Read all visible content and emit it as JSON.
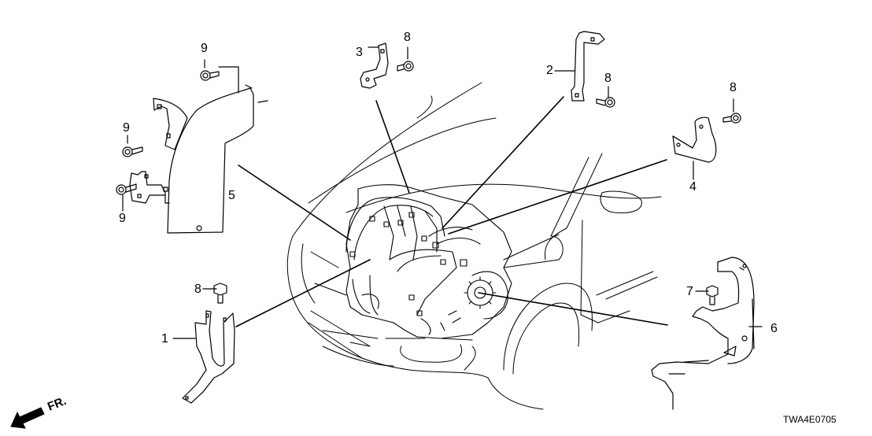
{
  "diagram": {
    "title": "Engine wire harness stays / brackets",
    "drawing_code": "TWA4E0705",
    "direction_indicator": {
      "icon": "front-arrow-icon",
      "label": "FR."
    },
    "callouts": [
      {
        "id": "c1",
        "label": "1",
        "part": "bracket-1"
      },
      {
        "id": "c2",
        "label": "2",
        "part": "stay-2"
      },
      {
        "id": "c3",
        "label": "3",
        "part": "stay-3"
      },
      {
        "id": "c4",
        "label": "4",
        "part": "bracket-4"
      },
      {
        "id": "c5",
        "label": "5",
        "part": "cover-5"
      },
      {
        "id": "c6",
        "label": "6",
        "part": "bracket-6"
      },
      {
        "id": "c7",
        "label": "7",
        "part": "bolt-7"
      },
      {
        "id": "c8a",
        "label": "8",
        "part": "bolt-8"
      },
      {
        "id": "c8b",
        "label": "8",
        "part": "bolt-8"
      },
      {
        "id": "c8c",
        "label": "8",
        "part": "bolt-8"
      },
      {
        "id": "c8d",
        "label": "8",
        "part": "bolt-8"
      },
      {
        "id": "c9a",
        "label": "9",
        "part": "bolt-9"
      },
      {
        "id": "c9b",
        "label": "9",
        "part": "bolt-9"
      },
      {
        "id": "c9c",
        "label": "9",
        "part": "bolt-9"
      }
    ]
  }
}
